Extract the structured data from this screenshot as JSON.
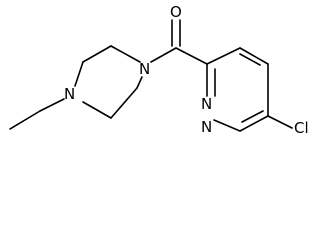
{
  "molecule": {
    "atoms": {
      "o": "O",
      "n1": "N",
      "n2": "N",
      "n3": "N",
      "n4": "N",
      "cl": "Cl"
    }
  }
}
